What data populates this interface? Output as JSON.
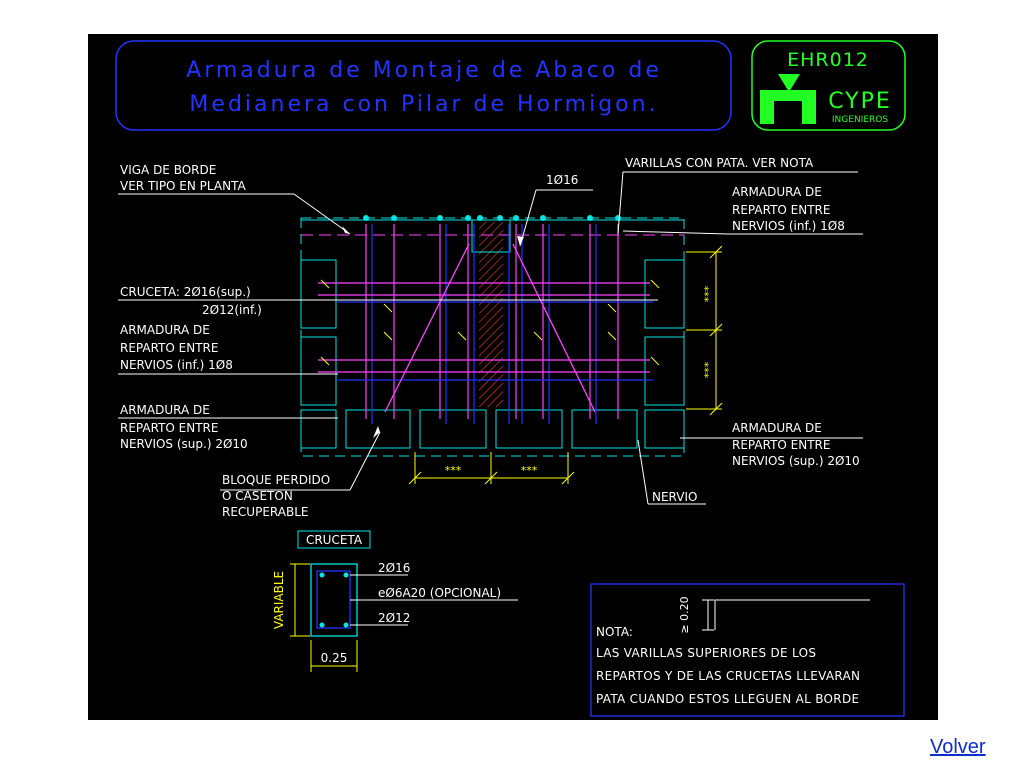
{
  "title": {
    "line1": "Armadura de Montaje de Abaco de",
    "line2": "Medianera con Pilar de Hormigon."
  },
  "logo": {
    "code": "EHR012",
    "brand": "CYPE",
    "sub": "INGENIEROS"
  },
  "labels": {
    "viga_borde_1": "VIGA DE BORDE",
    "viga_borde_2": "VER TIPO EN PLANTA",
    "phi16_top": "1Ø16",
    "varillas_pata": "VARILLAS CON PATA. VER NOTA",
    "arm_rep_right_inf_1": "ARMADURA DE",
    "arm_rep_right_inf_2": "REPARTO ENTRE",
    "arm_rep_right_inf_3": "NERVIOS (inf.) 1Ø8",
    "cruceta_1": "CRUCETA: 2Ø16(sup.)",
    "cruceta_2": "2Ø12(inf.)",
    "arm_rep_left_inf_1": "ARMADURA DE",
    "arm_rep_left_inf_2": "REPARTO ENTRE",
    "arm_rep_left_inf_3": "NERVIOS (inf.) 1Ø8",
    "arm_rep_left_sup_1": "ARMADURA DE",
    "arm_rep_left_sup_2": "REPARTO ENTRE",
    "arm_rep_left_sup_3": "NERVIOS (sup.) 2Ø10",
    "arm_rep_right_sup_1": "ARMADURA DE",
    "arm_rep_right_sup_2": "REPARTO ENTRE",
    "arm_rep_right_sup_3": "NERVIOS (sup.) 2Ø10",
    "bloque_1": "BLOQUE PERDIDO",
    "bloque_2": "O CASETON",
    "bloque_3": "RECUPERABLE",
    "nervio": "NERVIO",
    "dim_stars": "***"
  },
  "section": {
    "title": "CRUCETA",
    "variable": "VARIABLE",
    "width": "0.25",
    "top_bars": "2Ø16",
    "stirrups": "eØ6A20 (OPCIONAL)",
    "bottom_bars": "2Ø12"
  },
  "note": {
    "label": "NOTA:",
    "dim": "≥ 0.20",
    "line1": "LAS VARILLAS SUPERIORES DE LOS",
    "line2": "REPARTOS Y DE LAS CRUCETAS LLEVARAN",
    "line3": "PATA CUANDO ESTOS LLEGUEN AL BORDE"
  },
  "nav": {
    "back": "Volver"
  },
  "colors": {
    "background": "#000000",
    "white": "#ffffff",
    "cyan": "#00e5e5",
    "magenta": "#ff40ff",
    "blue": "#2233ff",
    "yellow": "#ffff00",
    "green": "#22dd22",
    "red": "#ff3333",
    "brand_logo": "#22ff22"
  }
}
